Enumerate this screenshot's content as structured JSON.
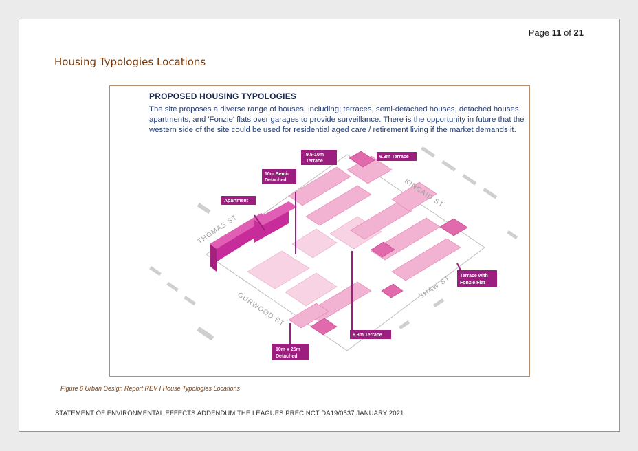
{
  "page_number": {
    "prefix": "Page",
    "current": "11",
    "separator": "of",
    "total": "21"
  },
  "heading": "Housing Typologies Locations",
  "figure": {
    "title": "PROPOSED HOUSING TYPOLOGIES",
    "text": "The site proposes a diverse range of houses, including; terraces, semi-detached houses, detached houses, apartments, and 'Fonzie' flats over garages to provide surveillance.  There is the opportunity in future that the western side of the site could be used for residential aged care / retirement living if the market demands it.",
    "labels": {
      "terrace_95": [
        "9.5-10m",
        "Terrace"
      ],
      "terrace_63_top": [
        "6.3m Terrace"
      ],
      "semi_detached": [
        "10m Semi-",
        "Detached"
      ],
      "apartment": [
        "Apartment"
      ],
      "terrace_fonzie": [
        "Terrace with",
        "Fonzie Flat"
      ],
      "terrace_63_bottom": [
        "6.3m Terrace"
      ],
      "detached": [
        "10m x 25m",
        "Detached"
      ]
    },
    "streets": {
      "kincaid": "KINCAID ST",
      "thomas": "THOMAS ST",
      "shaw": "SHAW ST",
      "gurwood": "GURWOOD ST"
    },
    "colors": {
      "label_bg": "#9c1f7f",
      "apartment": "#c62d9a",
      "terrace_dark": "#e06aab",
      "terrace_light": "#f2b2d1",
      "detached": "#f7d3e3"
    }
  },
  "caption": "Figure 6 Urban Design Report REV I House Typologies Locations",
  "footer": "STATEMENT OF ENVIRONMENTAL EFFECTS ADDENDUM THE LEAGUES PRECINCT DA19/0537 JANUARY 2021"
}
